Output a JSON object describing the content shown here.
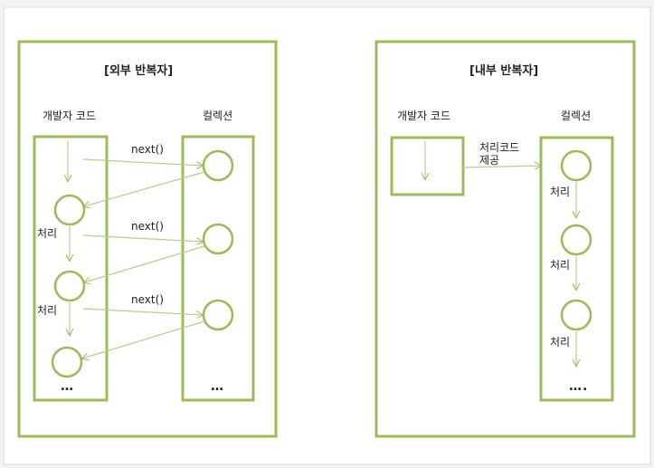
{
  "outer": {
    "title": "[외부 반복자]",
    "dev_code_label": "개발자 코드",
    "collection_label": "컬렉션",
    "next_labels": [
      "next()",
      "next()",
      "next()"
    ],
    "process_labels": [
      "처리",
      "처리"
    ],
    "dev_ellipsis": "…",
    "collection_ellipsis": "…"
  },
  "inner": {
    "title": "[내부 반복자]",
    "dev_code_label": "개발자 코드",
    "collection_label": "컬렉션",
    "provide_label_1": "처리코드",
    "provide_label_2": "제공",
    "process_labels": [
      "처리",
      "처리",
      "처리"
    ],
    "collection_ellipsis": "…."
  },
  "colors": {
    "box_stroke": "#9bbb59",
    "arrow": "#b3cf8a",
    "background": "#f3f3f1",
    "panel": "#ffffff"
  }
}
